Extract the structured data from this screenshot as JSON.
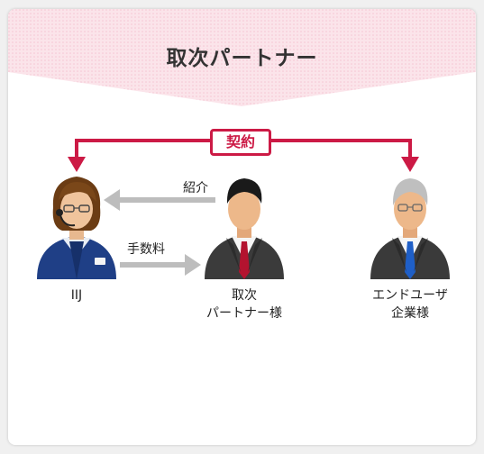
{
  "title": "取次パートナー",
  "contract_label": "契約",
  "arrows": {
    "introduction": "紹介",
    "commission": "手数料"
  },
  "people": {
    "iij": "IIJ",
    "partner": [
      "取次",
      "パートナー様"
    ],
    "enduser": [
      "エンドユーザ",
      "企業様"
    ]
  },
  "colors": {
    "accent": "#cc1a45",
    "banner": "#fbdde5",
    "arrow_gray": "#bdbdbd"
  },
  "icons": [
    "iij-operator-avatar-icon",
    "partner-businessman-avatar-icon",
    "enduser-executive-avatar-icon"
  ]
}
